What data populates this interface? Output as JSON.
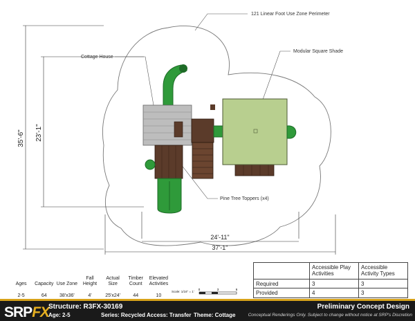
{
  "annotations": {
    "perimeter": "121 Linear Foot Use Zone Perimeter",
    "cottage": "Cottage House",
    "shade": "Modular Square Shade",
    "toppers": "Pine Tree Toppers (x4)"
  },
  "dimensions": {
    "overall_height": "35'-6\"",
    "inner_height": "23'-1\"",
    "inner_width": "24'-11\"",
    "overall_width": "37'-1\""
  },
  "specs": {
    "headers": [
      "Ages",
      "Capacity",
      "Use Zone",
      "Fall Height",
      "Actual Size",
      "Timber Count",
      "Elevated Activities"
    ],
    "values": [
      "2-5",
      "64",
      "38'x36'",
      "4'",
      "25'x24'",
      "44",
      "10"
    ]
  },
  "scale": {
    "label": "Scale: 1/16\" = 1'",
    "ticks": [
      "0",
      "3",
      "6"
    ]
  },
  "accessibility": {
    "headers": [
      "",
      "Accessible Play Activities",
      "Accessible Activity Types"
    ],
    "rows": [
      {
        "label": "Required",
        "play": "3",
        "types": "3"
      },
      {
        "label": "Provided",
        "play": "4",
        "types": "3"
      }
    ]
  },
  "titlebar": {
    "logo_main": "SRP",
    "logo_fx": "FX",
    "structure": "Structure: R3FX-30169",
    "age": "Age: 2-5",
    "series": "Series: Recycled",
    "access": "Access: Transfer",
    "theme": "Theme: Cottage",
    "prelim": "Preliminary Concept Design",
    "disclaimer": "Conceptual Renderings Only. Subject to change without notice at SRP's Discretion"
  },
  "colors": {
    "green": "#2f9a3a",
    "dark_green": "#1d6b27",
    "shade": "#b8cf8f",
    "timber": "#5b3b2a",
    "roof": "#bdbdbd",
    "gold": "#d7a21a"
  }
}
